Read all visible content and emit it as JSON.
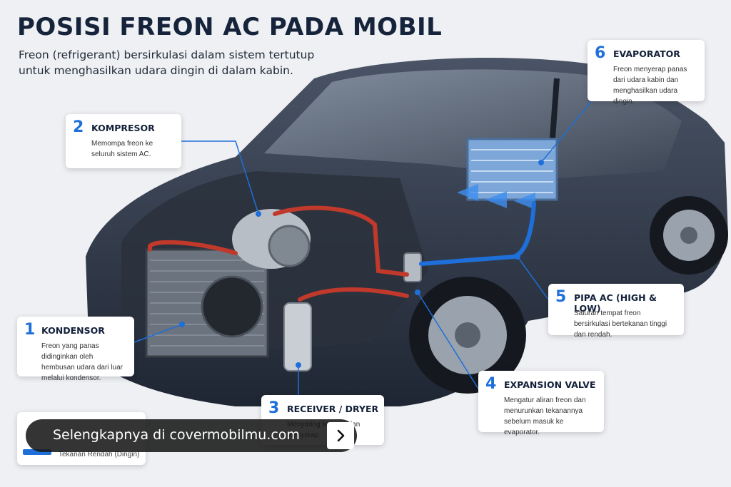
{
  "title": "POSISI FREON AC PADA MOBIL",
  "subtitle": "Freon (refrigerant) bersirkulasi dalam sistem tertutup untuk menghasilkan udara dingin di dalam kabin.",
  "colors": {
    "accent": "#1e6fd9",
    "high_pressure_pipe": "#c0392b",
    "low_pressure_pipe": "#1e6fd9",
    "title": "#16243b"
  },
  "components": [
    {
      "number": "1",
      "name": "KONDENSOR",
      "description": "Freon yang panas didinginkan oleh hembusan udara dari luar melalui kondensor."
    },
    {
      "number": "2",
      "name": "KOMPRESOR",
      "description": "Memompa freon ke seluruh sistem AC."
    },
    {
      "number": "3",
      "name": "RECEIVER / DRYER",
      "description": "Menyaring kotoran dan menyerap"
    },
    {
      "number": "4",
      "name": "EXPANSION VALVE",
      "description": "Mengatur aliran freon dan menurunkan tekanannya sebelum masuk ke evaporator."
    },
    {
      "number": "5",
      "name": "PIPA AC (HIGH & LOW)",
      "description": "Saluran tempat freon bersirkulasi bertekanan tinggi dan rendah."
    },
    {
      "number": "6",
      "name": "EVAPORATOR",
      "description": "Freon menyerap panas dari udara kabin dan menghasilkan udara dingin."
    }
  ],
  "legend": {
    "low_label": "Tekanan Rendah (Dingin)"
  },
  "banner": {
    "text": "Selengkapnya di covermobilmu.com",
    "arrow_icon": "chevron-right-icon"
  }
}
